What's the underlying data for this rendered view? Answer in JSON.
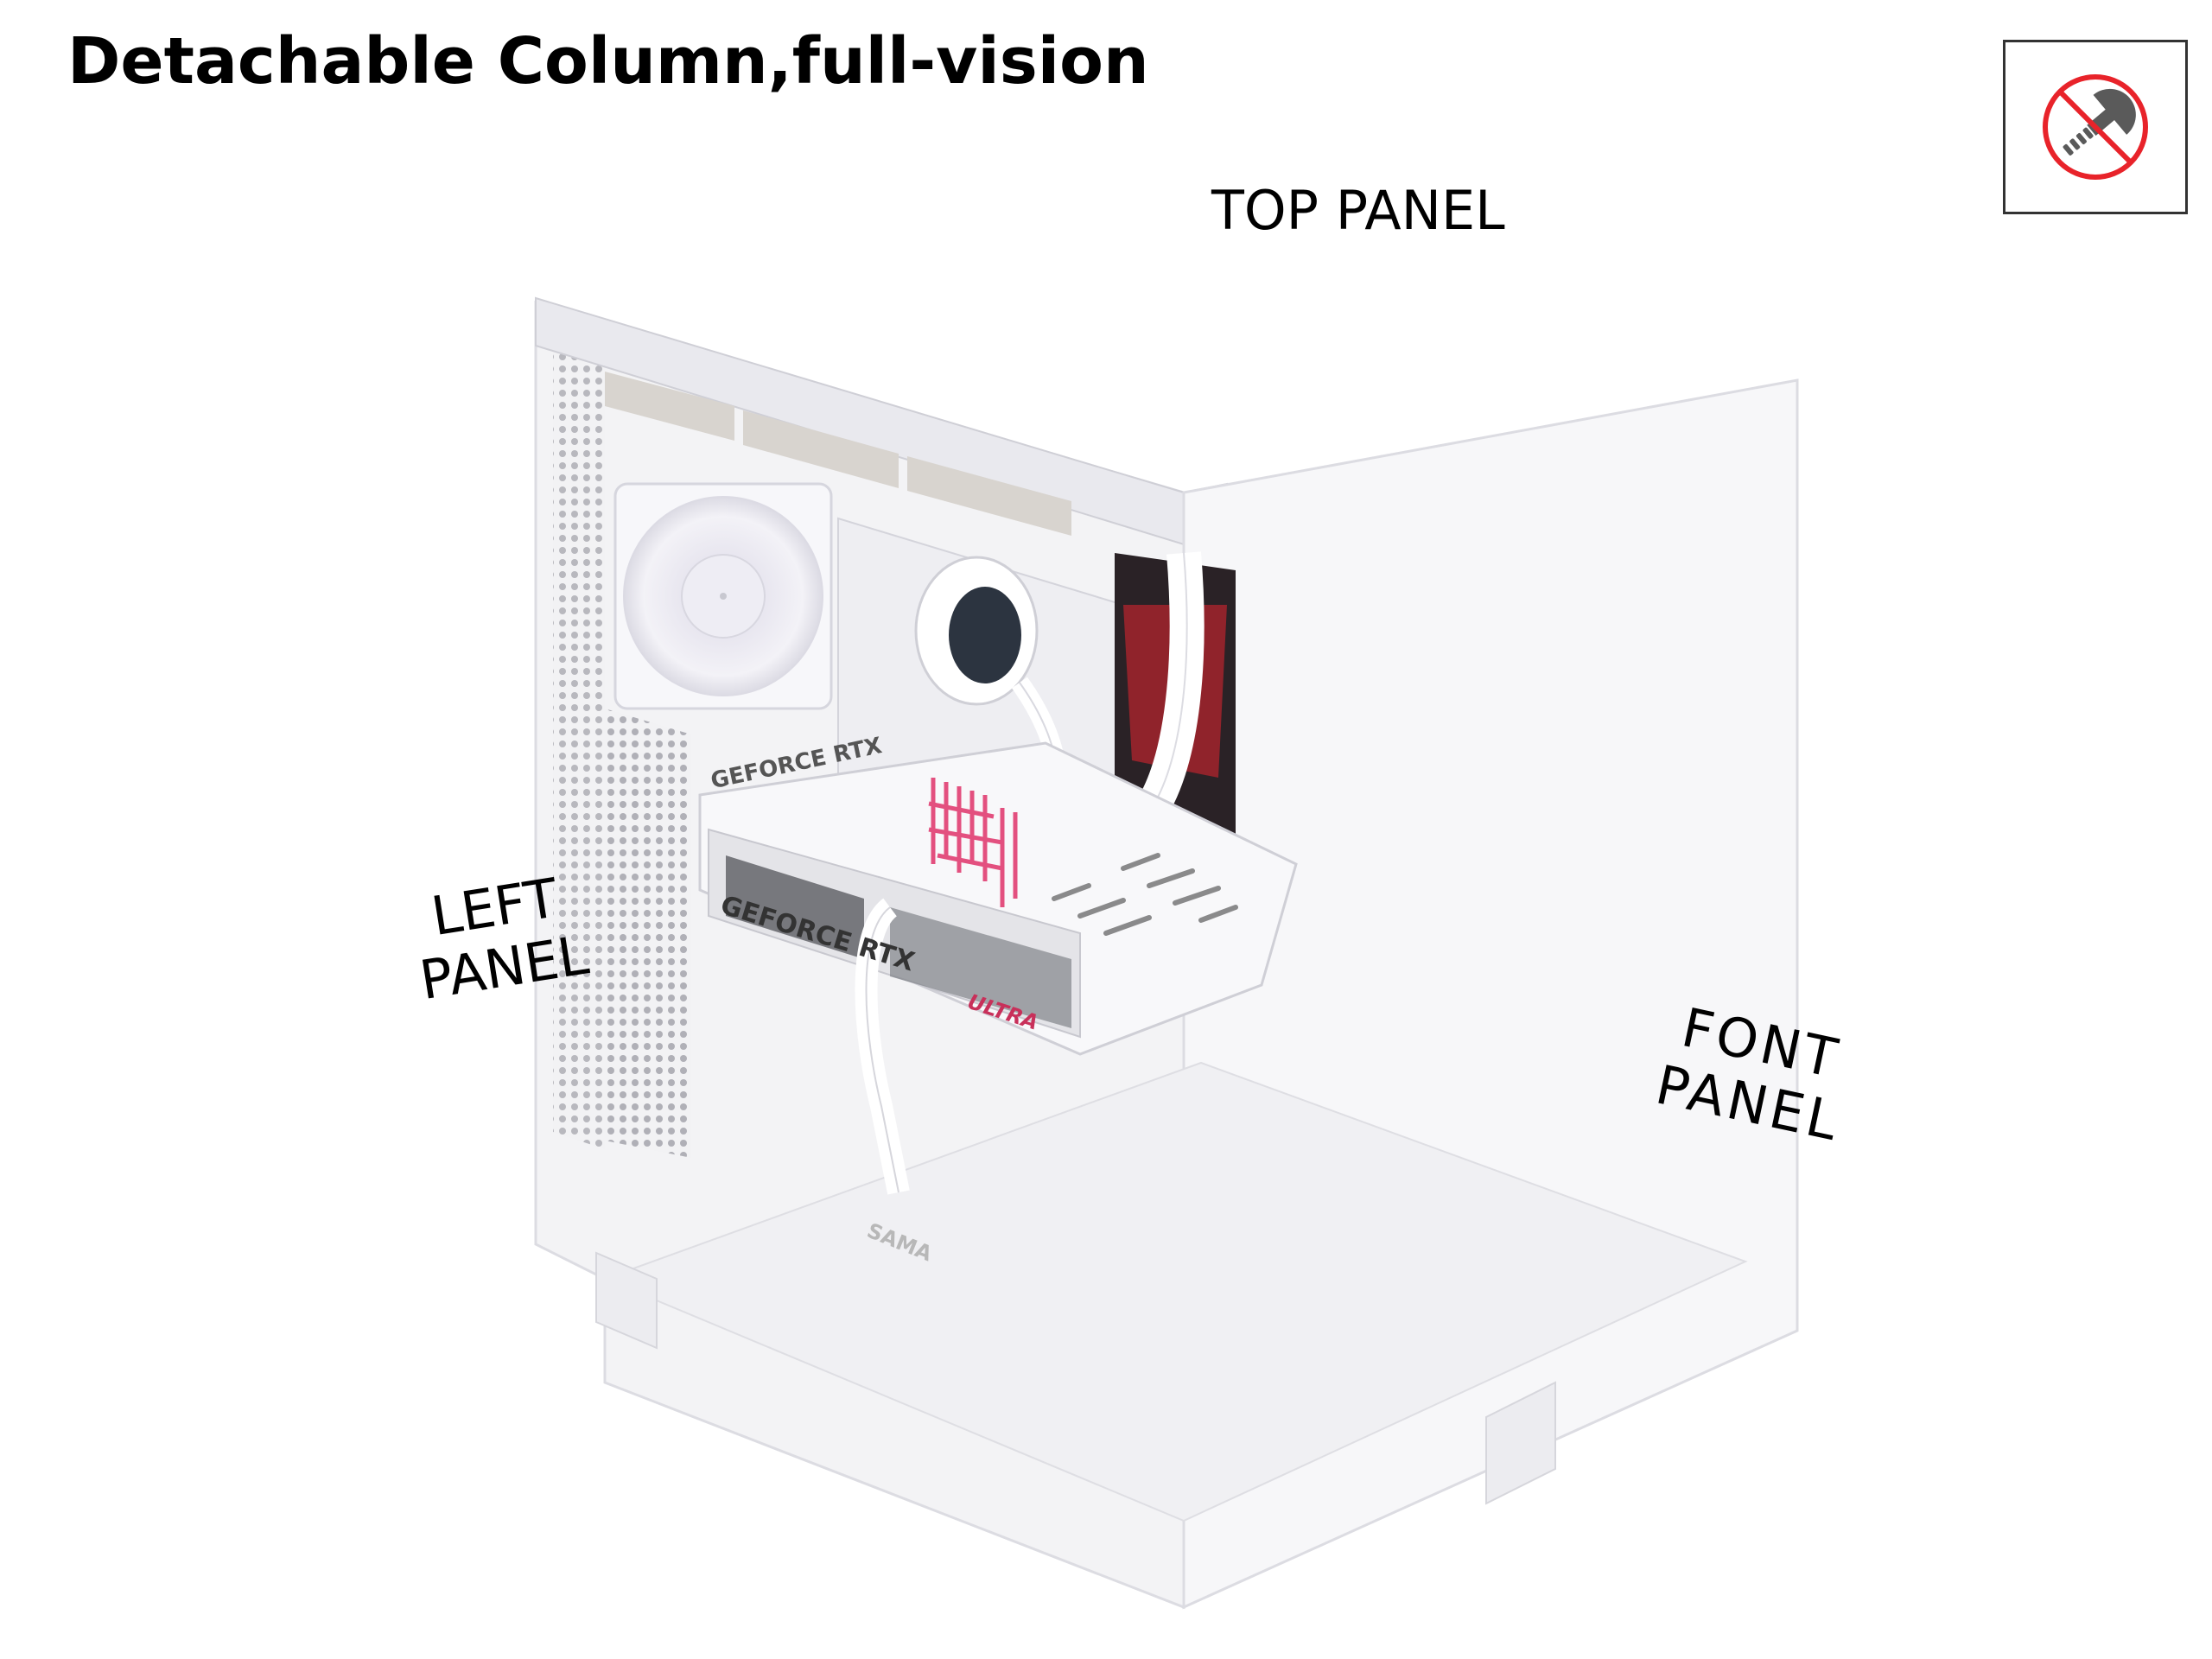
{
  "header": {
    "title": "Detachable Column,full-vision"
  },
  "badge": {
    "icon": "no-screw-icon",
    "meaning": "tool-free / screwless",
    "ring_color": "#e8232a",
    "screw_color": "#5a5a5a"
  },
  "callouts": {
    "top_panel": {
      "label": "TOP PANEL",
      "direction": "up"
    },
    "left_panel": {
      "line1": "LEFT",
      "line2": "PANEL",
      "direction": "left"
    },
    "front_panel": {
      "line1": "FONT",
      "line2": "PANEL",
      "direction": "right"
    }
  },
  "product": {
    "gpu_label_1": "GEFORCE RTX",
    "gpu_label_2": "GEFORCE RTX",
    "gpu_series": "ULTRA",
    "psu_brand": "SAMA",
    "front_fans": 3,
    "side_fans": 1,
    "highlight": "detachable-column"
  },
  "colors": {
    "arrow_start": "#f04dff",
    "arrow_end": "#4a8cff",
    "dashed_outline": "#e8232a",
    "glass_edge": "#8fd6d6",
    "case_white": "#f4f4f6"
  }
}
